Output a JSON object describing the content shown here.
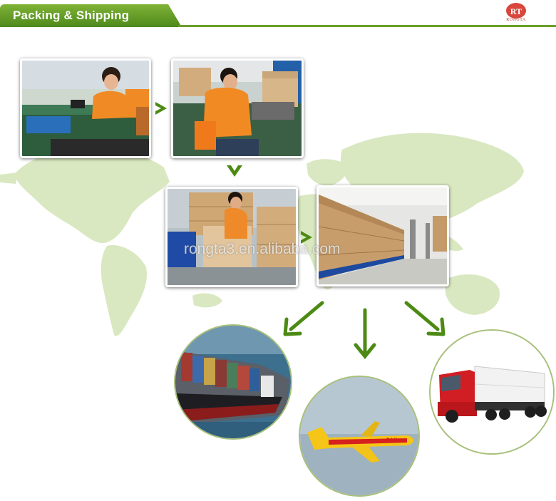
{
  "header": {
    "title": "Packing & Shipping",
    "logo_letters": "RT",
    "logo_name": "RONGTA"
  },
  "watermark": "rongta3.en.alibaba.com",
  "colors": {
    "header_green": "#5e9a22",
    "map_green": "#d9e8c0",
    "arrow_green": "#4c8a14",
    "logo_red": "#c0392b"
  },
  "steps": [
    "assembly-photo",
    "packing-photo",
    "carton-photo",
    "warehouse-photo"
  ],
  "shipping": [
    "sea-freight-ship",
    "air-freight-dhl-plane",
    "road-freight-truck"
  ],
  "icons": [
    "chevron-right-icon",
    "chevron-down-icon",
    "arrow-down-left-icon",
    "arrow-down-icon",
    "arrow-down-right-icon"
  ]
}
